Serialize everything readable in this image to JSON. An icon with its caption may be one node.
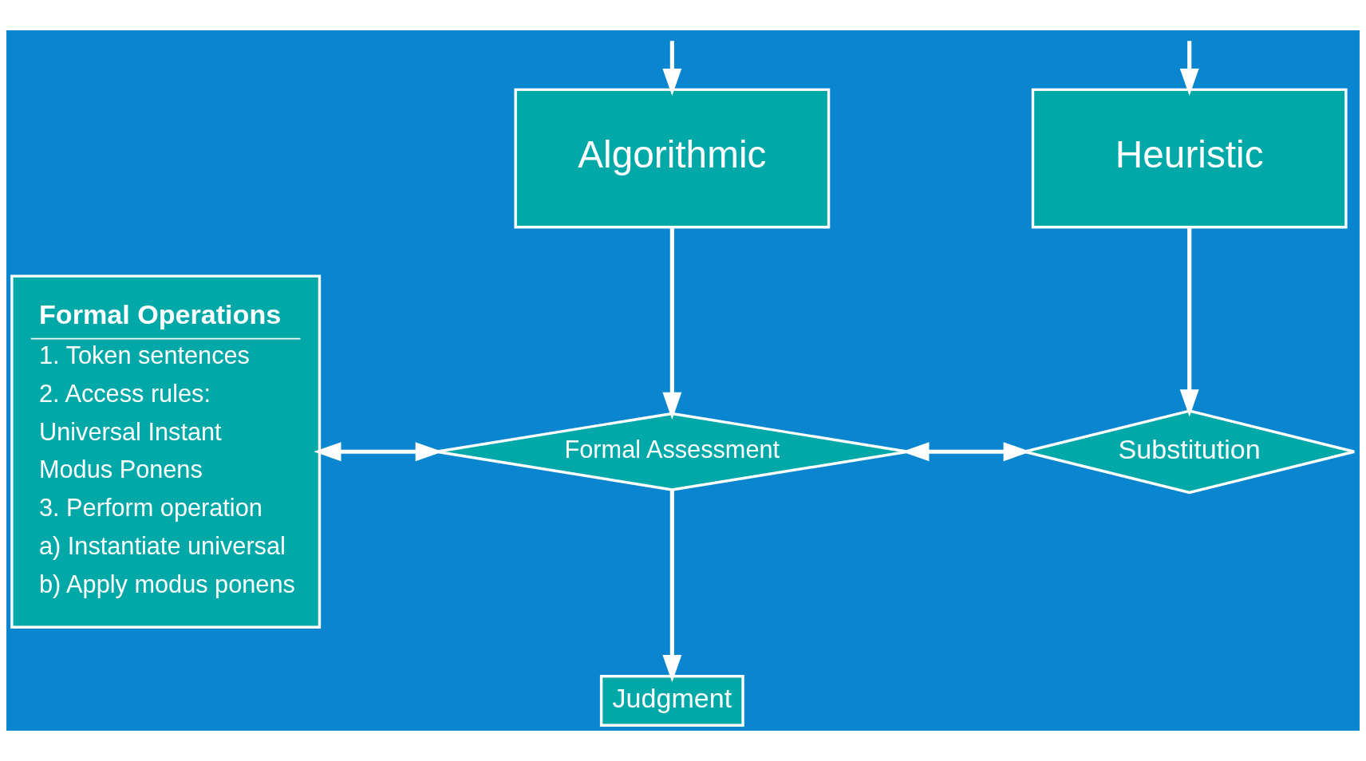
{
  "diagram": {
    "nodes": [
      {
        "text": [
          "Formal Operations",
          "1. Token sentences",
          "2. Access rules:",
          "Universal Instant",
          "Modus Ponens",
          "3. Perform operation",
          "a) Instantiate universal",
          "b) Apply modus ponens"
        ]
      },
      {
        "text": [
          "Algorithmic"
        ]
      },
      {
        "text": [
          "Heuristic"
        ]
      },
      {
        "text": [
          "Formal Assessment"
        ]
      },
      {
        "text": [
          "Substitution"
        ]
      },
      {
        "text": [
          "Judgment"
        ]
      }
    ],
    "edges": [
      {
        "from": null,
        "to": 1,
        "arrow": "to"
      },
      {
        "from": null,
        "to": 2,
        "arrow": "to"
      },
      {
        "from": 1,
        "to": 3,
        "arrow": "to"
      },
      {
        "from": 2,
        "to": 4,
        "arrow": "to"
      },
      {
        "from": 0,
        "to": 3,
        "arrow": "both"
      },
      {
        "from": 3,
        "to": 4,
        "arrow": "both"
      },
      {
        "from": 3,
        "to": 5,
        "arrow": "to"
      }
    ]
  }
}
